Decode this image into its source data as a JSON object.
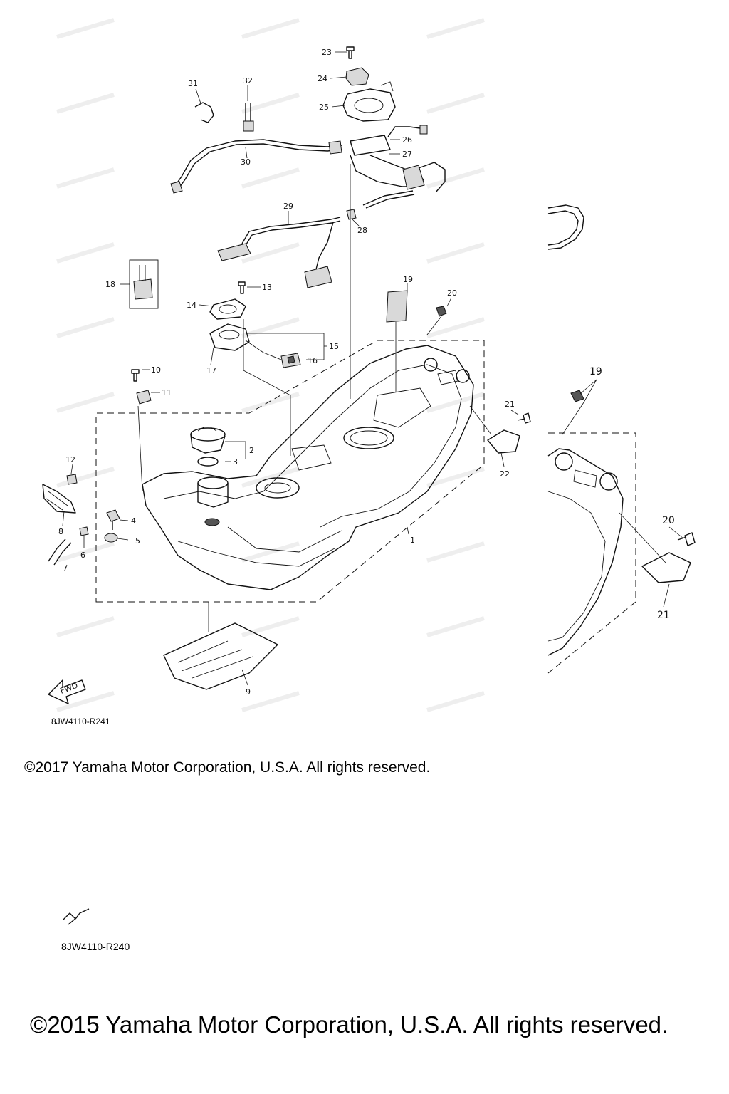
{
  "diagram_top": {
    "code": "8JW4110-R241",
    "copyright": "©2017 Yamaha Motor Corporation, U.S.A. All rights reserved.",
    "fwd_label": "FWD",
    "callouts": [
      "1",
      "2",
      "3",
      "4",
      "5",
      "6",
      "7",
      "8",
      "9",
      "10",
      "11",
      "12",
      "13",
      "14",
      "15",
      "16",
      "17",
      "18",
      "19",
      "20",
      "21",
      "22",
      "23",
      "24",
      "25",
      "26",
      "27",
      "28",
      "29",
      "30",
      "31",
      "32"
    ],
    "inset_callouts": [
      "19",
      "20",
      "21"
    ]
  },
  "diagram_bottom": {
    "code": "8JW4110-R240",
    "copyright": "©2015 Yamaha Motor Corporation, U.S.A. All rights reserved."
  }
}
